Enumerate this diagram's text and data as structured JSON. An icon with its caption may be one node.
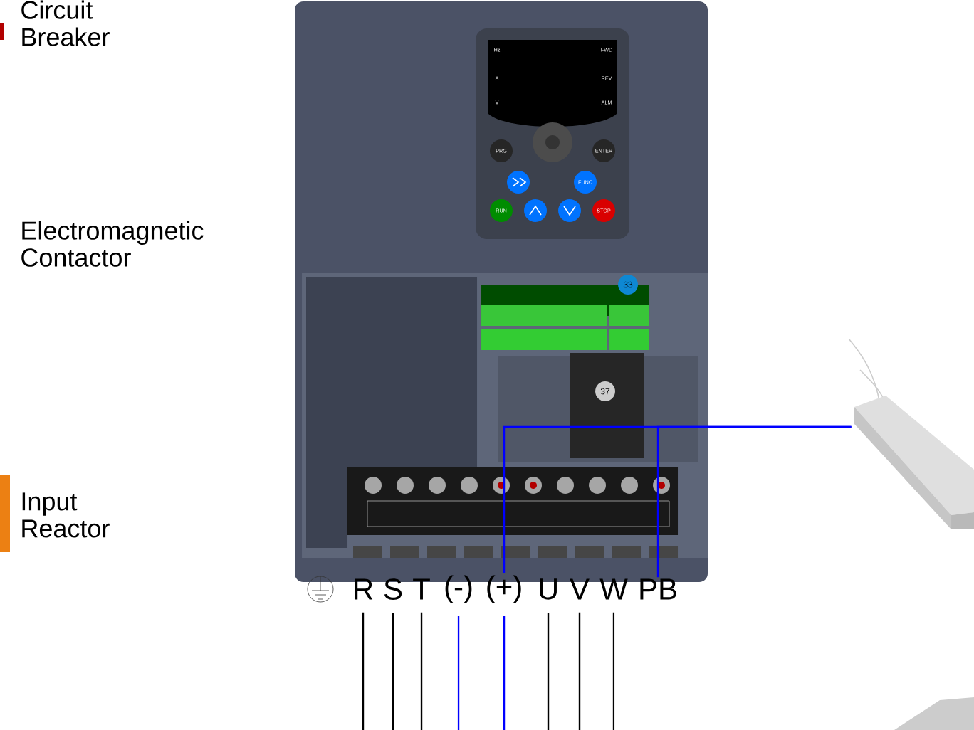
{
  "diagram": {
    "nodes": [
      {
        "text": [],
        "shape": "picture"
      },
      {
        "text": [
          "R"
        ]
      },
      {
        "text": [
          "S"
        ]
      },
      {
        "text": [
          "T"
        ]
      },
      {
        "text": [
          "(-)"
        ]
      },
      {
        "text": [
          "(+)"
        ]
      },
      {
        "text": [
          "U"
        ]
      },
      {
        "text": [
          "V"
        ]
      },
      {
        "text": [
          "W"
        ]
      },
      {
        "text": [
          "PB"
        ]
      }
    ],
    "edges": [
      {
        "from": 1,
        "to": null,
        "arrow": "none"
      },
      {
        "from": 2,
        "to": null,
        "arrow": "none"
      },
      {
        "from": 3,
        "to": null,
        "arrow": "none"
      },
      {
        "from": 4,
        "to": null,
        "arrow": "none",
        "color": "#0000ff"
      },
      {
        "from": 5,
        "to": null,
        "arrow": "none",
        "color": "#0000ff"
      },
      {
        "from": 6,
        "to": null,
        "arrow": "none"
      },
      {
        "from": 7,
        "to": null,
        "arrow": "none"
      },
      {
        "from": 8,
        "to": null,
        "arrow": "none"
      },
      {
        "from": 5,
        "to": 0,
        "arrow": "none",
        "color": "#0000ff"
      },
      {
        "from": 9,
        "to": 0,
        "arrow": "none",
        "color": "#0000ff"
      }
    ],
    "labels": [
      "Circuit Breaker",
      "Electromagnetic Contactor",
      "Input Reactor",
      "Hz",
      "A",
      "V",
      "FWD",
      "REV",
      "ALM",
      "PRG",
      "ENTER",
      "FUNC",
      "RUN",
      "STOP",
      "33",
      "37"
    ]
  }
}
